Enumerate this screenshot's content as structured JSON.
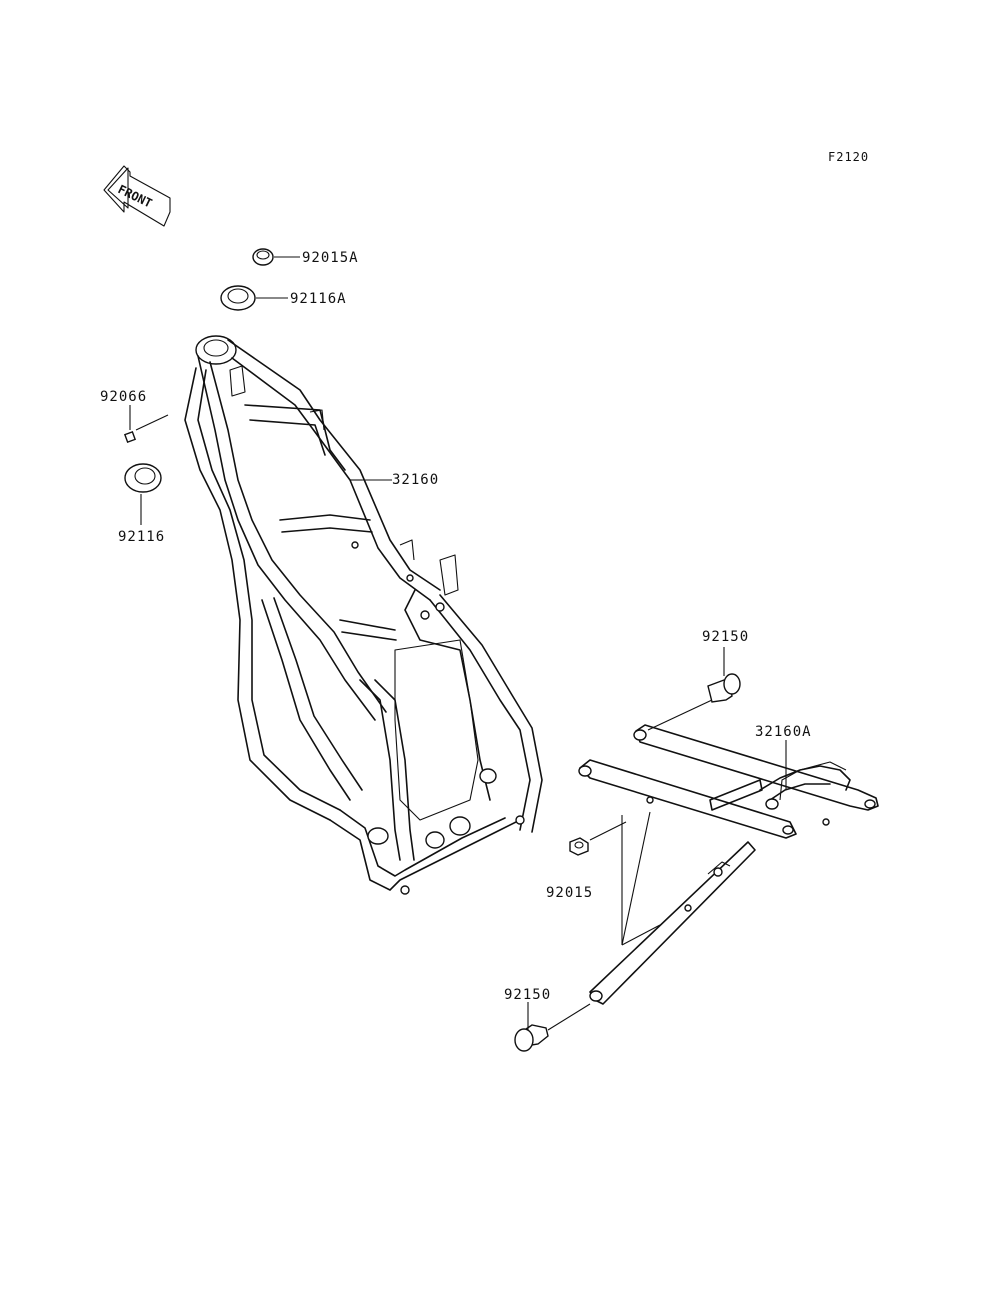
{
  "diagram_code": "F2120",
  "front_arrow": {
    "text": "FRONT",
    "icon": "front-direction-arrow-icon"
  },
  "parts": {
    "p92015A": "92015A",
    "p92116A": "92116A",
    "p92066": "92066",
    "p92116": "92116",
    "p32160": "32160",
    "p92150_top": "92150",
    "p32160A": "32160A",
    "p92015": "92015",
    "p92150_bottom": "92150"
  }
}
